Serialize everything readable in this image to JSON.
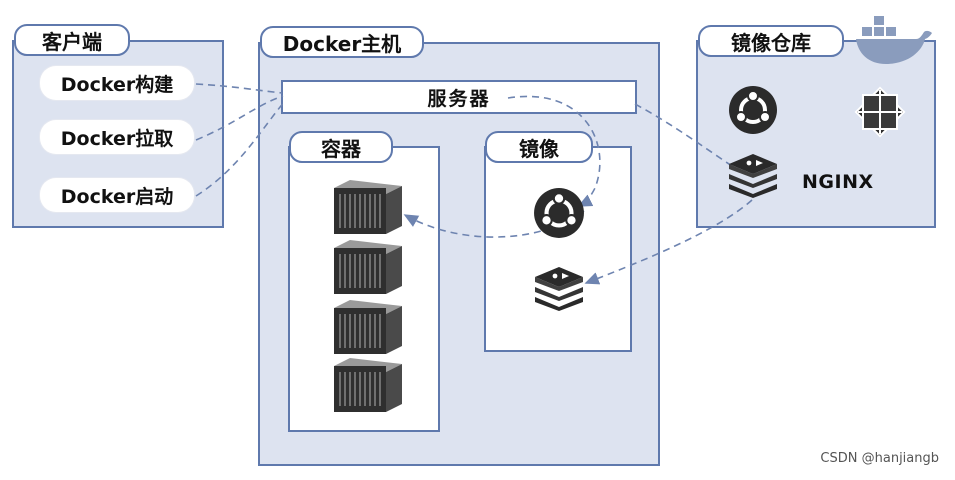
{
  "client": {
    "title": "客户端",
    "commands": [
      {
        "label": "Docker构建"
      },
      {
        "label": "Docker拉取"
      },
      {
        "label": "Docker启动"
      }
    ]
  },
  "host": {
    "title": "Docker主机",
    "daemon_label": "服务器",
    "containers_title": "容器",
    "images_title": "镜像"
  },
  "registry": {
    "title": "镜像仓库",
    "nginx_label": "NGINX"
  },
  "icons": {
    "whale": "docker-whale-icon",
    "ubuntu": "ubuntu-icon",
    "centos": "centos-icon",
    "redis": "redis-icon",
    "container": "container-server-icon"
  },
  "colors": {
    "panel_fill": "#dde3f0",
    "border": "#5f79ad",
    "arrow": "#6e84b0"
  },
  "watermark": "CSDN @hanjiangb"
}
